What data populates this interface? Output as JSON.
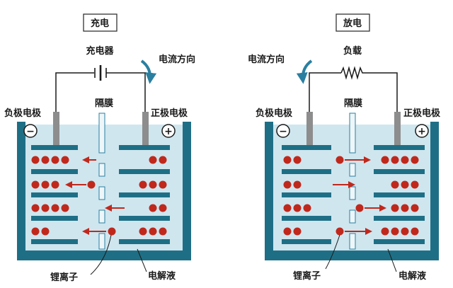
{
  "colors": {
    "tank": "#1e6f86",
    "electrolyte": "#cfe6ef",
    "plate": "#1e6f86",
    "ion": "#c0281c",
    "arrow": "#c0281c",
    "flow_arrow": "#2a7fa0",
    "separator_fill": "#eef6f9",
    "separator_stroke": "#2a7fa0",
    "rod": "#8d8d8d"
  },
  "charge": {
    "title": "充电",
    "device_label": "充电器",
    "current_label": "电流方向",
    "separator_label": "隔膜",
    "negative_label": "负极电极",
    "positive_label": "正极电极",
    "negative_sign": "−",
    "positive_sign": "+",
    "ion_label": "锂离子",
    "electrolyte_label": "电解液"
  },
  "discharge": {
    "title": "放电",
    "device_label": "负载",
    "current_label": "电流方向",
    "separator_label": "隔膜",
    "negative_label": "负极电极",
    "positive_label": "正极电极",
    "negative_sign": "−",
    "positive_sign": "+",
    "ion_label": "锂离子",
    "electrolyte_label": "电解液"
  }
}
